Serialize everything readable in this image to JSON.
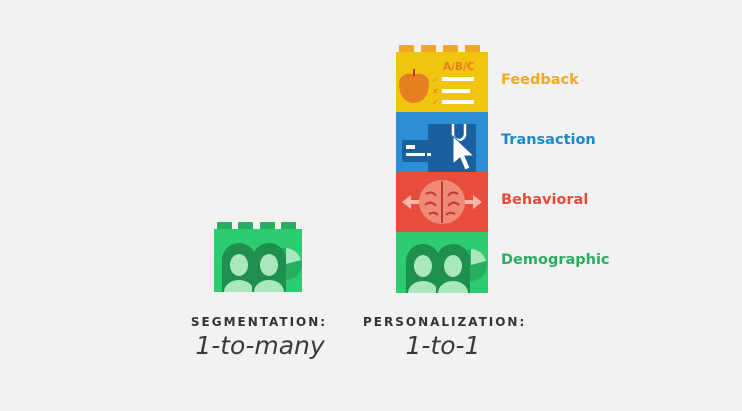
{
  "stack": {
    "layers": [
      {
        "label": "Feedback",
        "color": "#f5a623",
        "icon": "apple-checklist-icon",
        "icon_text": "A/B/C"
      },
      {
        "label": "Transaction",
        "color": "#1e88c8",
        "icon": "card-cursor-icon"
      },
      {
        "label": "Behavioral",
        "color": "#e74c3c",
        "icon": "brain-arrows-icon"
      },
      {
        "label": "Demographic",
        "color": "#27ae60",
        "icon": "people-pie-icon"
      }
    ]
  },
  "segmentation": {
    "caption": "SEGMENTATION:",
    "model": "1-to-many"
  },
  "personalization": {
    "caption": "PERSONALIZATION:",
    "model": "1-to-1"
  }
}
